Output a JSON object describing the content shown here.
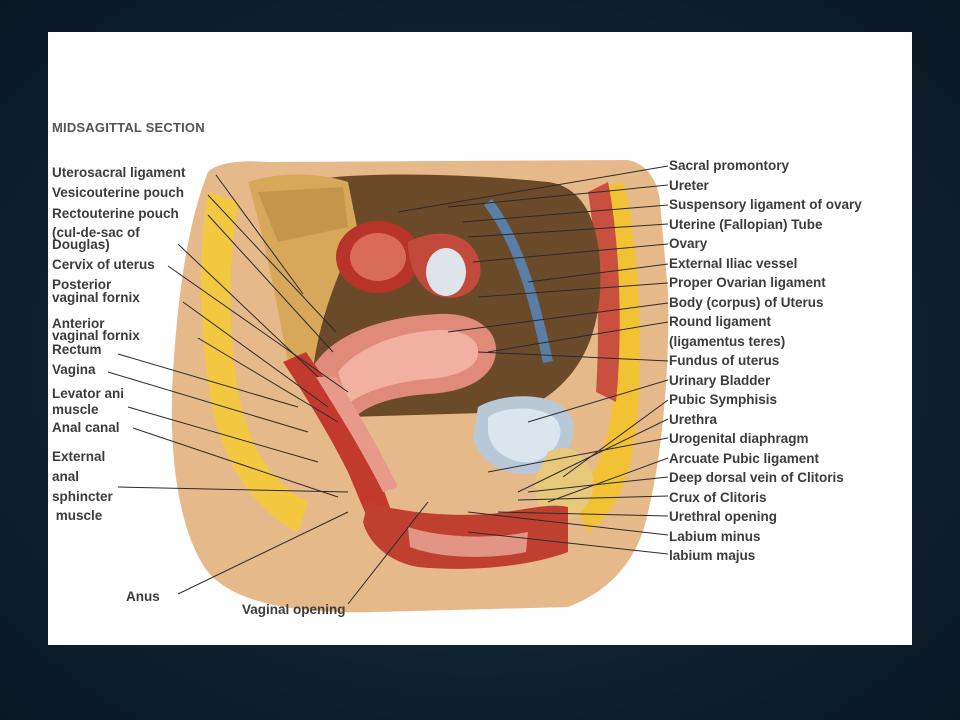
{
  "heading": "MIDSAGITTAL SECTION",
  "left_labels": [
    "Uterosacral ligament",
    "Vesicouterine pouch",
    "Rectouterine pouch",
    "(cul-de-sac of",
    "Douglas)",
    "Cervix of uterus",
    "Posterior",
    "vaginal fornix",
    "Anterior",
    "vaginal fornix",
    "Rectum",
    "Vagina",
    "Levator ani",
    "muscle",
    "Anal canal",
    "External",
    "anal",
    "sphincter",
    " muscle"
  ],
  "bottom_labels": [
    "Anus",
    "Vaginal opening"
  ],
  "right_labels": [
    "Sacral promontory",
    "Ureter",
    "Suspensory ligament of ovary",
    "Uterine (Fallopian) Tube",
    "Ovary",
    "External Iliac vessel",
    "Proper Ovarian ligament",
    "Body (corpus) of Uterus",
    "Round ligament",
    "(ligamentus teres)",
    "Fundus of uterus",
    "Urinary Bladder",
    "Pubic Symphisis",
    "Urethra",
    "Urogenital diaphragm",
    "Arcuate Pubic ligament",
    "Deep dorsal vein of Clitoris",
    "Crux of Clitoris",
    "Urethral opening",
    "Labium minus",
    "labium majus"
  ]
}
